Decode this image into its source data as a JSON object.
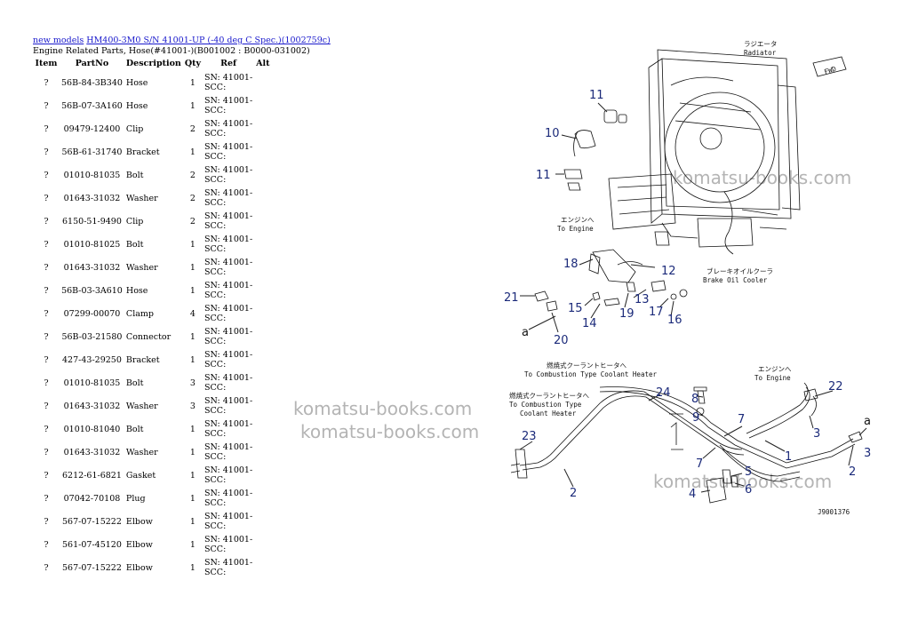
{
  "breadcrumb": {
    "link1": "new models",
    "link2": "HM400-3M0 S/N 41001-UP (-40 deg C Spec.)(1002759c)"
  },
  "subtitle": "Engine Related Parts, Hose(#41001-)(B001002 : B0000-031002)",
  "table": {
    "headers": [
      "Item",
      "PartNo",
      "Description",
      "Qty",
      "Ref",
      "Alt"
    ],
    "rows": [
      {
        "item": "?",
        "partno": "56B-84-3B340",
        "desc": "Hose",
        "qty": "1",
        "ref1": "SN: 41001-",
        "ref2": "SCC:"
      },
      {
        "item": "?",
        "partno": "56B-07-3A160",
        "desc": "Hose",
        "qty": "1",
        "ref1": "SN: 41001-",
        "ref2": "SCC:"
      },
      {
        "item": "?",
        "partno": "09479-12400",
        "desc": "Clip",
        "qty": "2",
        "ref1": "SN: 41001-",
        "ref2": "SCC:"
      },
      {
        "item": "?",
        "partno": "56B-61-31740",
        "desc": "Bracket",
        "qty": "1",
        "ref1": "SN: 41001-",
        "ref2": "SCC:"
      },
      {
        "item": "?",
        "partno": "01010-81035",
        "desc": "Bolt",
        "qty": "2",
        "ref1": "SN: 41001-",
        "ref2": "SCC:"
      },
      {
        "item": "?",
        "partno": "01643-31032",
        "desc": "Washer",
        "qty": "2",
        "ref1": "SN: 41001-",
        "ref2": "SCC:"
      },
      {
        "item": "?",
        "partno": "6150-51-9490",
        "desc": "Clip",
        "qty": "2",
        "ref1": "SN: 41001-",
        "ref2": "SCC:"
      },
      {
        "item": "?",
        "partno": "01010-81025",
        "desc": "Bolt",
        "qty": "1",
        "ref1": "SN: 41001-",
        "ref2": "SCC:"
      },
      {
        "item": "?",
        "partno": "01643-31032",
        "desc": "Washer",
        "qty": "1",
        "ref1": "SN: 41001-",
        "ref2": "SCC:"
      },
      {
        "item": "?",
        "partno": "56B-03-3A610",
        "desc": "Hose",
        "qty": "1",
        "ref1": "SN: 41001-",
        "ref2": "SCC:"
      },
      {
        "item": "?",
        "partno": "07299-00070",
        "desc": "Clamp",
        "qty": "4",
        "ref1": "SN: 41001-",
        "ref2": "SCC:"
      },
      {
        "item": "?",
        "partno": "56B-03-21580",
        "desc": "Connector",
        "qty": "1",
        "ref1": "SN: 41001-",
        "ref2": "SCC:"
      },
      {
        "item": "?",
        "partno": "427-43-29250",
        "desc": "Bracket",
        "qty": "1",
        "ref1": "SN: 41001-",
        "ref2": "SCC:"
      },
      {
        "item": "?",
        "partno": "01010-81035",
        "desc": "Bolt",
        "qty": "3",
        "ref1": "SN: 41001-",
        "ref2": "SCC:"
      },
      {
        "item": "?",
        "partno": "01643-31032",
        "desc": "Washer",
        "qty": "3",
        "ref1": "SN: 41001-",
        "ref2": "SCC:"
      },
      {
        "item": "?",
        "partno": "01010-81040",
        "desc": "Bolt",
        "qty": "1",
        "ref1": "SN: 41001-",
        "ref2": "SCC:"
      },
      {
        "item": "?",
        "partno": "01643-31032",
        "desc": "Washer",
        "qty": "1",
        "ref1": "SN: 41001-",
        "ref2": "SCC:"
      },
      {
        "item": "?",
        "partno": "6212-61-6821",
        "desc": "Gasket",
        "qty": "1",
        "ref1": "SN: 41001-",
        "ref2": "SCC:"
      },
      {
        "item": "?",
        "partno": "07042-70108",
        "desc": "Plug",
        "qty": "1",
        "ref1": "SN: 41001-",
        "ref2": "SCC:"
      },
      {
        "item": "?",
        "partno": "567-07-15222",
        "desc": "Elbow",
        "qty": "1",
        "ref1": "SN: 41001-",
        "ref2": "SCC:"
      },
      {
        "item": "?",
        "partno": "561-07-45120",
        "desc": "Elbow",
        "qty": "1",
        "ref1": "SN: 41001-",
        "ref2": "SCC:"
      },
      {
        "item": "?",
        "partno": "567-07-15222",
        "desc": "Elbow",
        "qty": "1",
        "ref1": "SN: 41001-",
        "ref2": "SCC:"
      }
    ]
  },
  "watermarks": {
    "wm1": "komatsu-books.com",
    "wm2": "komatsu-books.com",
    "wm3": "komatsu-books.com",
    "wm4": "komatsu-books.com"
  },
  "diagram": {
    "labels": {
      "radiator_jp": "ラジエータ",
      "radiator": "Radiator",
      "fwd": "FWD",
      "to_engine_jp": "エンジンへ",
      "to_engine": "To Engine",
      "brake_oil_jp": "ブレーキオイルクーラ",
      "brake_oil": "Brake Oil Cooler",
      "heater_jp": "燃焼式クーラントヒータへ",
      "to_combustion": "To Combustion Type Coolant Heater",
      "heater2_jp": "燃焼式クーラントヒータへ",
      "to_combustion2_a": "To Combustion Type",
      "to_combustion2_b": "Coolant Heater",
      "to_engine2_jp": "エンジンへ",
      "to_engine2": "To Engine",
      "code": "J9001376"
    },
    "callouts": {
      "n11a": "11",
      "n10": "10",
      "n11b": "11",
      "n18": "18",
      "n12": "12",
      "n21": "21",
      "n15": "15",
      "n19": "19",
      "n13": "13",
      "n17": "17",
      "n16": "16",
      "n14": "14",
      "n20": "20",
      "a1": "a",
      "n24": "24",
      "n8": "8",
      "n9": "9",
      "n7a": "7",
      "n7b": "7",
      "n22": "22",
      "n3a": "3",
      "a2": "a",
      "n3b": "3",
      "n23": "23",
      "n1": "1",
      "n2a": "2",
      "n5": "5",
      "n6": "6",
      "n4": "4",
      "n2b": "2"
    }
  }
}
